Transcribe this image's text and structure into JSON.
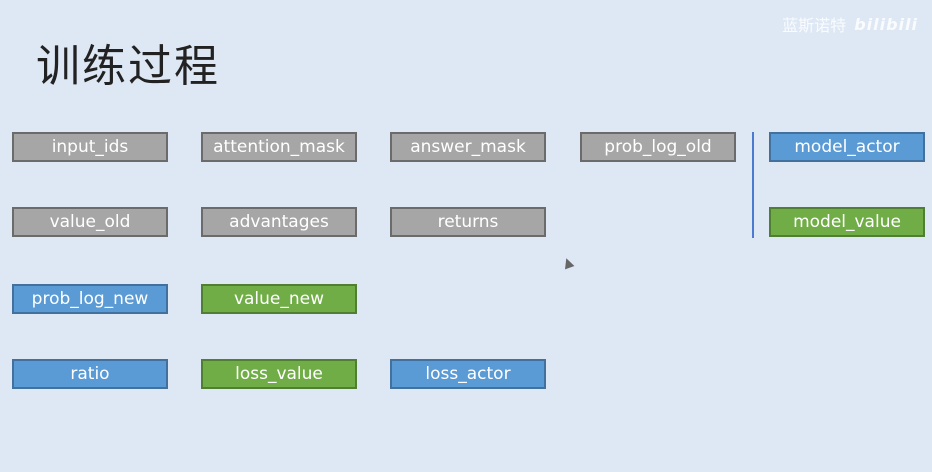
{
  "title": "训练过程",
  "watermark": {
    "text": "蓝斯诺特",
    "logo": "bilibili"
  },
  "row1": {
    "input_ids": "input_ids",
    "attention_mask": "attention_mask",
    "answer_mask": "answer_mask",
    "prob_log_old": "prob_log_old",
    "model_actor": "model_actor"
  },
  "row2": {
    "value_old": "value_old",
    "advantages": "advantages",
    "returns": "returns",
    "model_value": "model_value"
  },
  "row3": {
    "prob_log_new": "prob_log_new",
    "value_new": "value_new"
  },
  "row4": {
    "ratio": "ratio",
    "loss_value": "loss_value",
    "loss_actor": "loss_actor"
  },
  "colors": {
    "gray": "#a6a6a6",
    "blue": "#5b9bd5",
    "green": "#70ad47",
    "background": "#dde8f4"
  }
}
